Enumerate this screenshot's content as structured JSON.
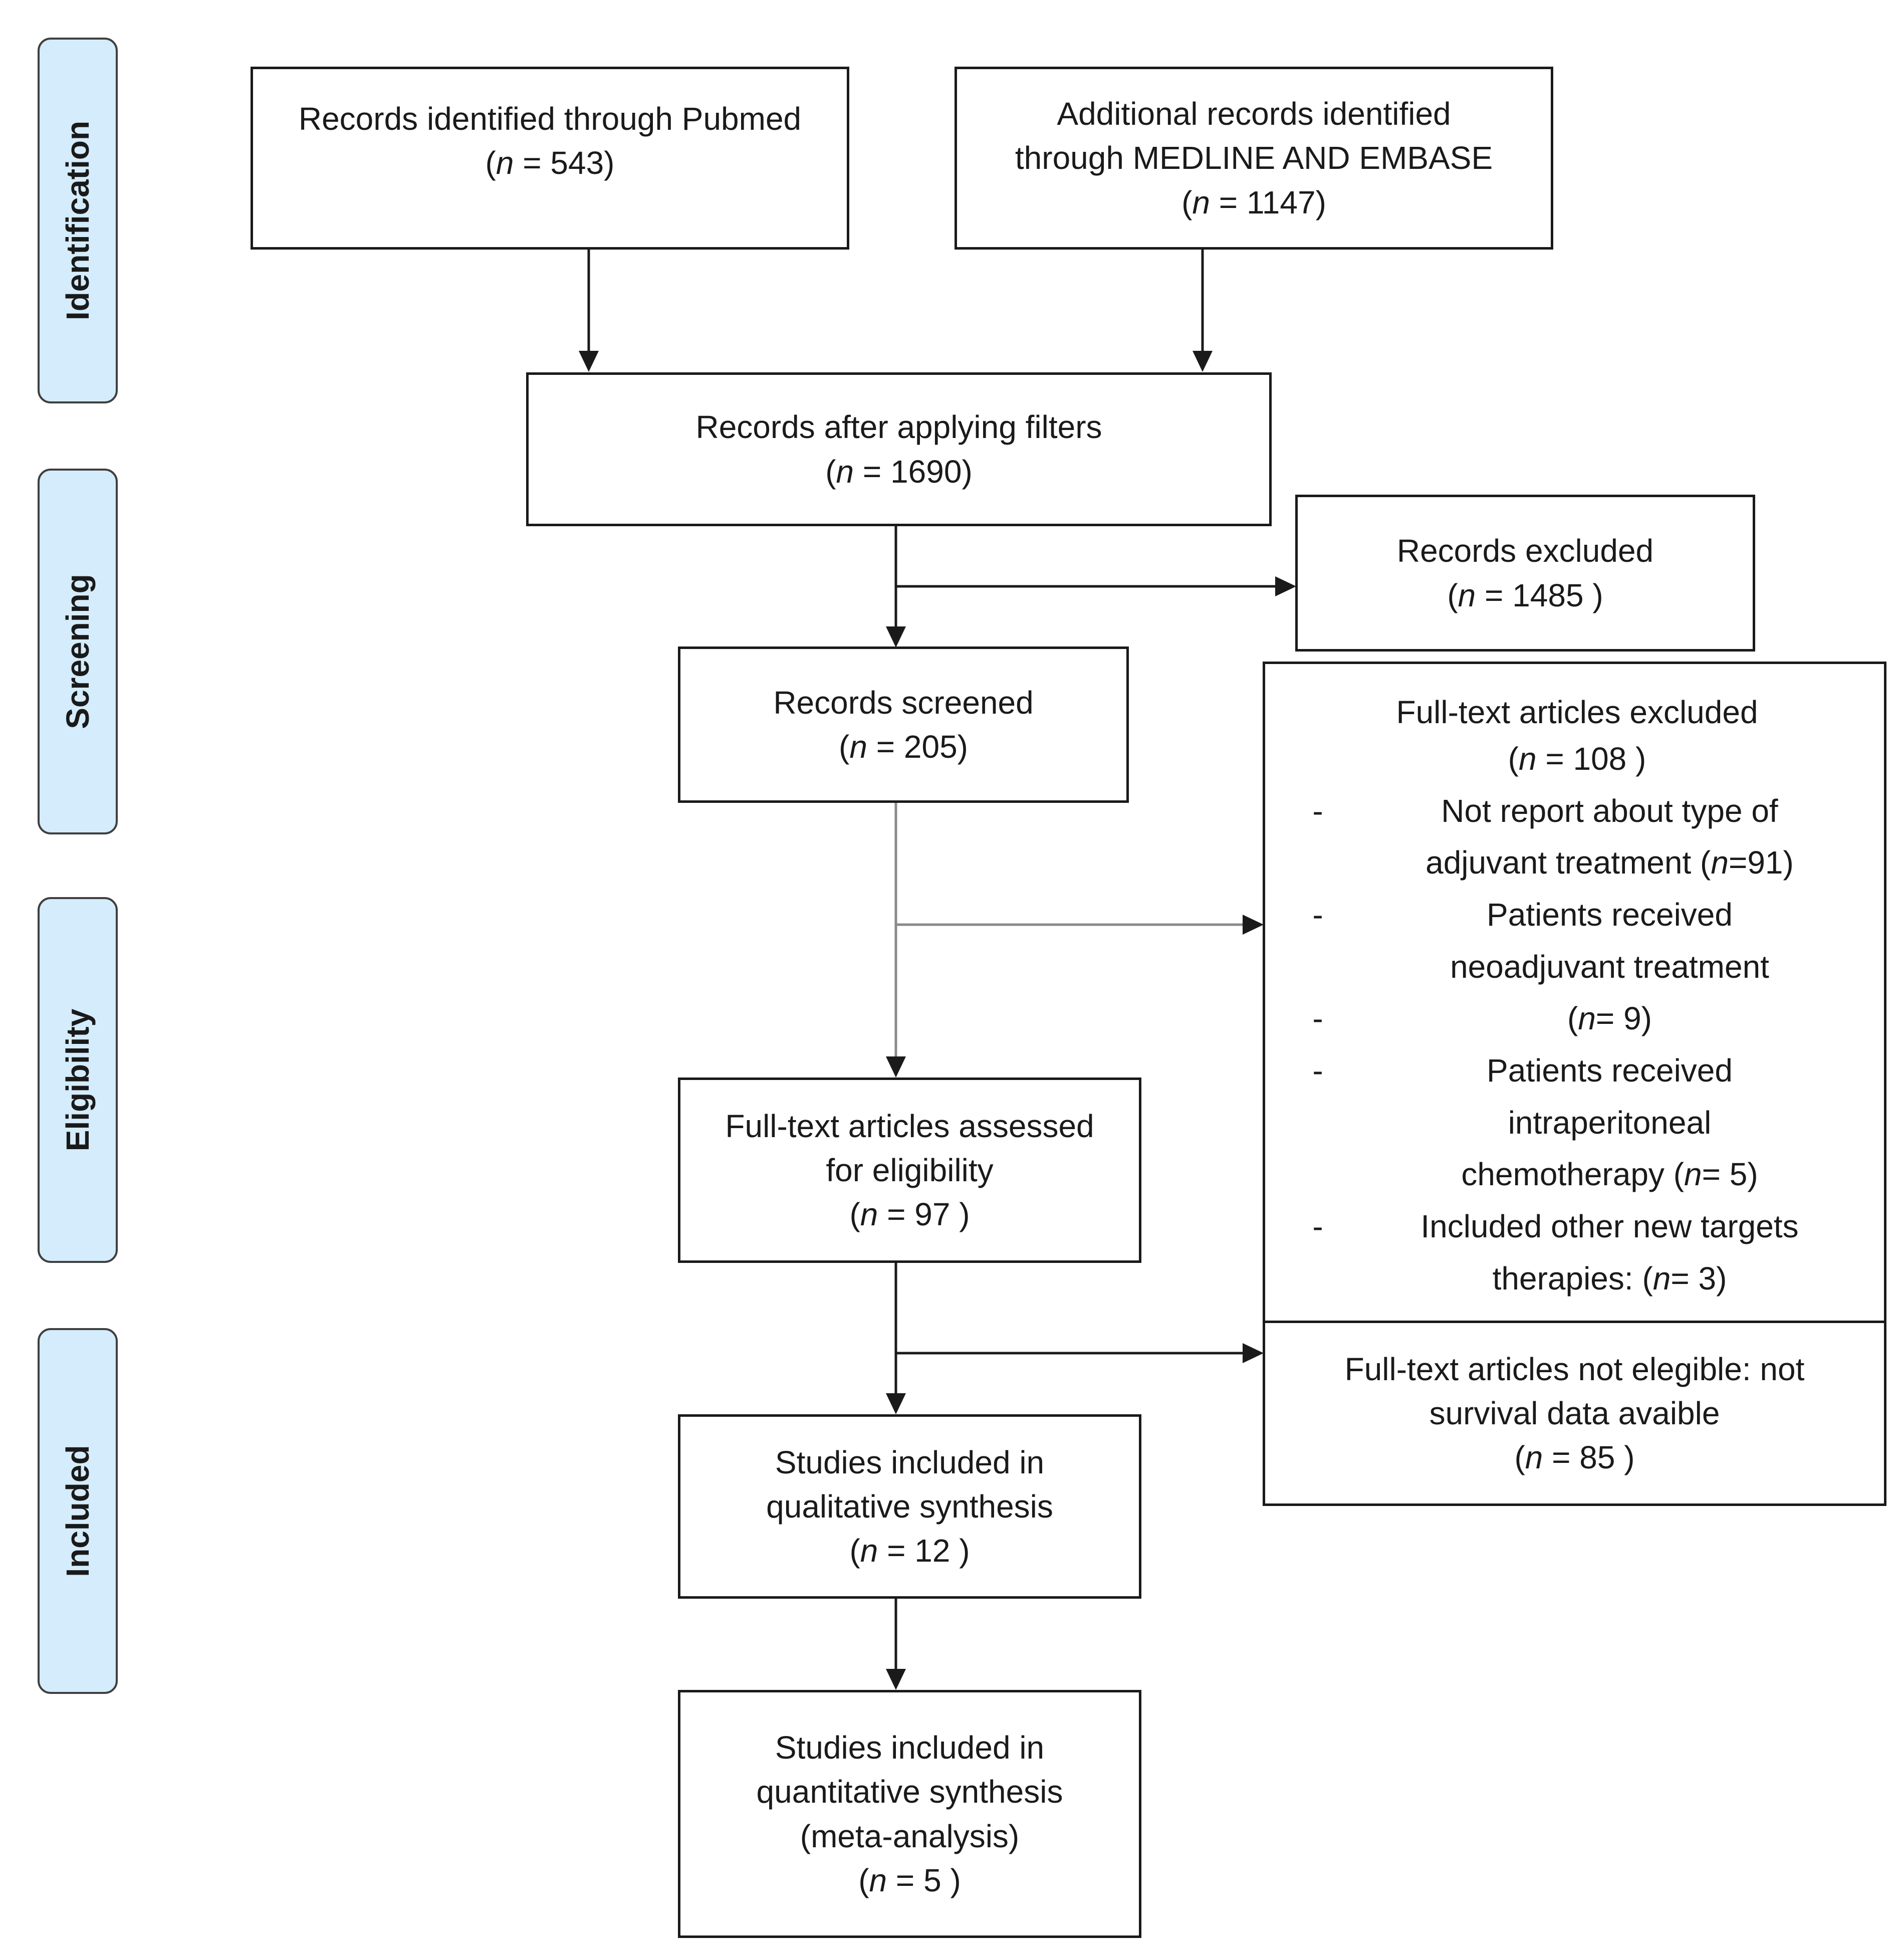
{
  "phases": [
    "Identification",
    "Screening",
    "Eligibility",
    "Included"
  ],
  "n_symbol": "n",
  "boxes": {
    "pubmed": {
      "lines": [
        "Records identified through Pubmed"
      ],
      "n_pre": "(",
      "n_post": " = 543)"
    },
    "medline": {
      "lines": [
        "Additional records identified",
        "through MEDLINE AND EMBASE"
      ],
      "n_pre": "(",
      "n_post": " = 1147)"
    },
    "filters": {
      "lines": [
        "Records after applying filters"
      ],
      "n_pre": "(",
      "n_post": " = 1690)"
    },
    "excluded": {
      "lines": [
        "Records excluded"
      ],
      "n_pre": "(",
      "n_post": " = 1485  )"
    },
    "screened": {
      "lines": [
        "Records screened"
      ],
      "n_pre": "(",
      "n_post": " =  205)"
    },
    "assessed": {
      "lines": [
        "Full-text articles assessed",
        "for eligibility"
      ],
      "n_pre": "(",
      "n_post": " = 97  )"
    },
    "notEligible": {
      "lines": [
        "Full-text articles not elegible: not",
        "survival data avaible"
      ],
      "n_pre": "(",
      "n_post": " = 85 )"
    },
    "qualitative": {
      "lines": [
        "Studies included in",
        "qualitative synthesis"
      ],
      "n_pre": "(",
      "n_post": " = 12   )"
    },
    "quantitative": {
      "lines": [
        "Studies included in",
        "quantitative synthesis",
        "(meta-analysis)"
      ],
      "n_pre": "(",
      "n_post": " =  5 )"
    }
  },
  "fulltext_excluded": {
    "title": "Full-text articles excluded",
    "n_pre": "(",
    "n_post": " = 108 )",
    "bullet": "-",
    "items": [
      {
        "lines": [
          "Not report about type of"
        ],
        "last_pre": "adjuvant treatment (",
        "last_post": "=91)"
      },
      {
        "lines": [
          "Patients received",
          "neoadjuvant treatment"
        ]
      },
      {
        "lines": [],
        "last_pre": "(",
        "last_post": "= 9)"
      },
      {
        "lines": [
          "Patients received",
          "intraperitoneal"
        ],
        "last_pre": "chemotherapy (",
        "last_post": "= 5)"
      },
      {
        "lines": [
          "Included other new targets"
        ],
        "last_pre": "therapies: (",
        "last_post": "= 3)"
      }
    ]
  }
}
